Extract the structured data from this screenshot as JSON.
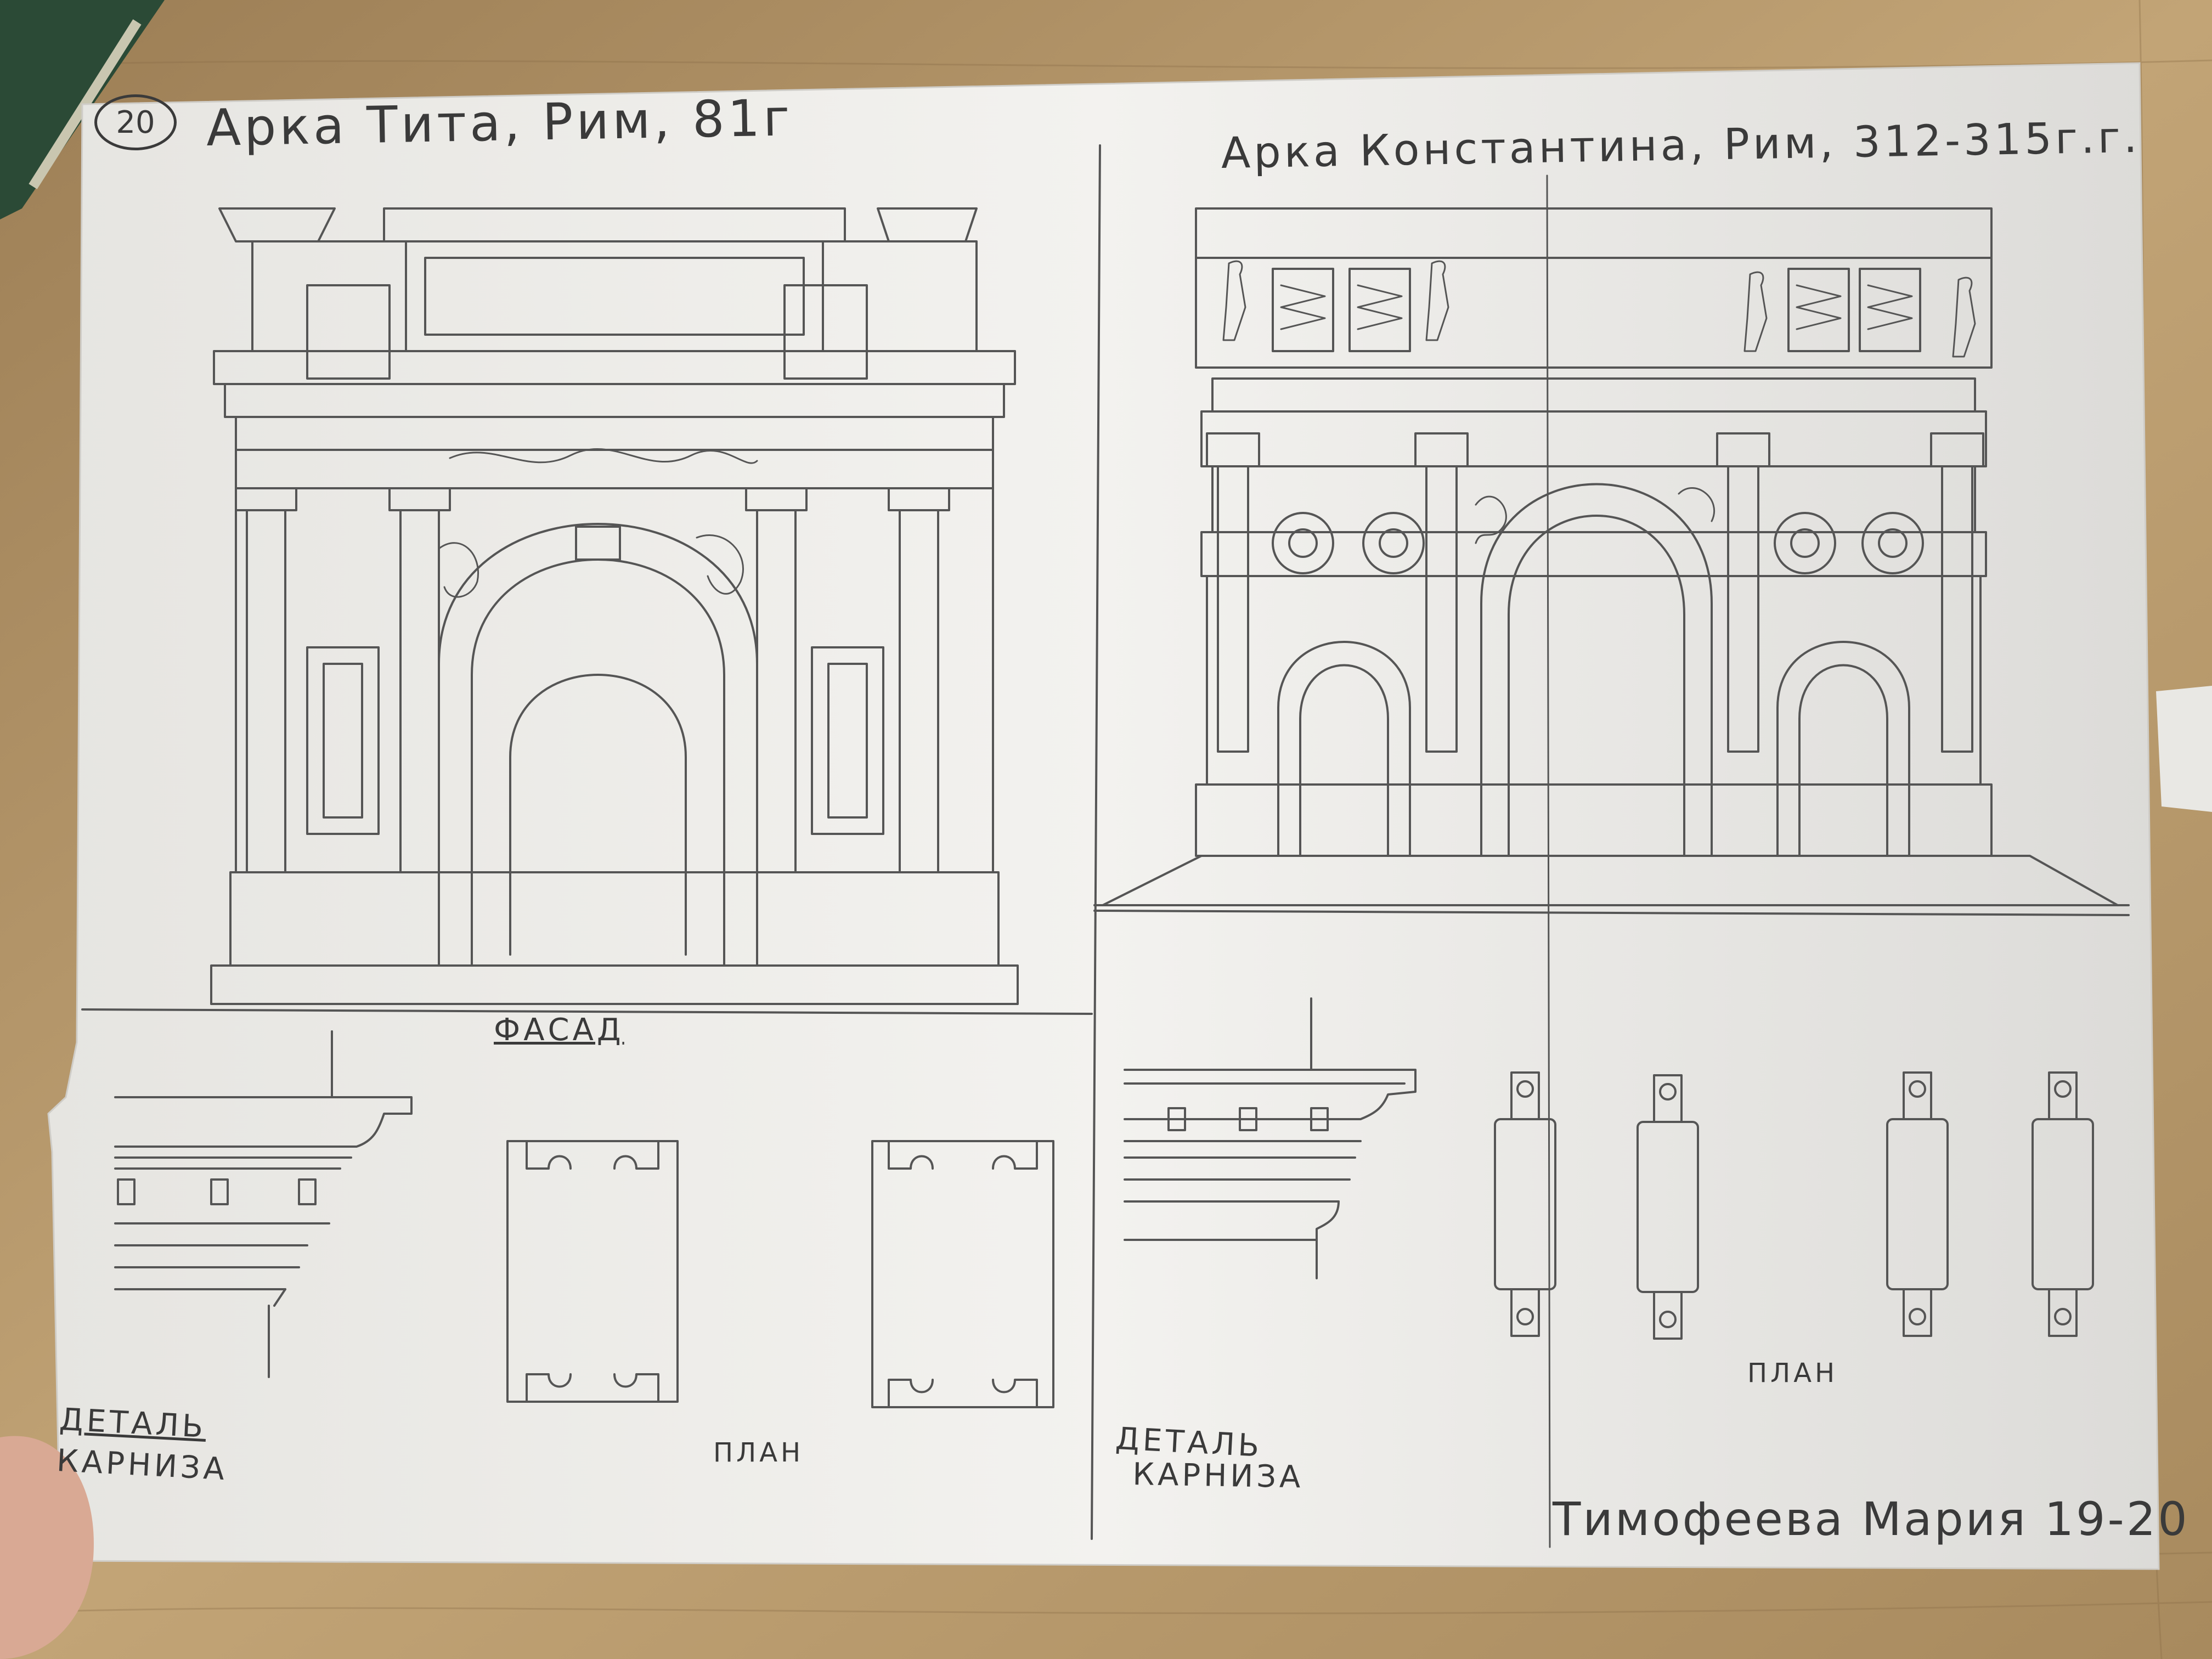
{
  "sheet": {
    "number": "20",
    "left_title": "Арка Тита, Рим, 81г",
    "right_title": "Арка Константина, Рим, 312-315г.г.",
    "facade_label": "ФАСАД",
    "left_detail_label_line1": "ДЕТАЛЬ",
    "left_detail_label_line2": "КАРНИЗА",
    "left_plan_label": "ПЛАН",
    "right_detail_label_line1": "ДЕТАЛЬ",
    "right_detail_label_line2": "КАРНИЗА",
    "right_plan_label": "ПЛАН",
    "signature": "Тимофеева Мария 19-20"
  },
  "colors": {
    "table": "#b89a6c",
    "paper": "#f1f0ec",
    "pencil": "#555555",
    "book_green": "#2b4a36"
  }
}
